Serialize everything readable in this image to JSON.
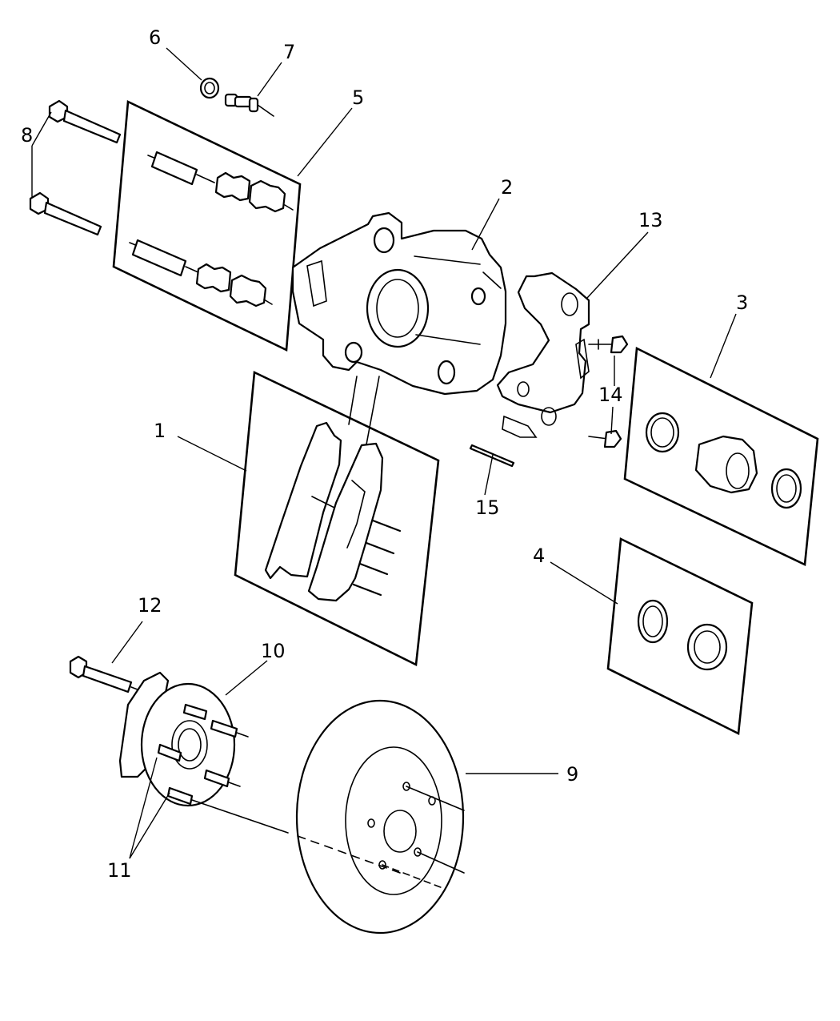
{
  "diagram": {
    "type": "exploded parts diagram",
    "callouts": {
      "c1": "1",
      "c2": "2",
      "c3": "3",
      "c4": "4",
      "c5": "5",
      "c6": "6",
      "c7": "7",
      "c8": "8",
      "c9": "9",
      "c10": "10",
      "c11": "11",
      "c12": "12",
      "c13": "13",
      "c14": "14",
      "c15": "15"
    }
  }
}
